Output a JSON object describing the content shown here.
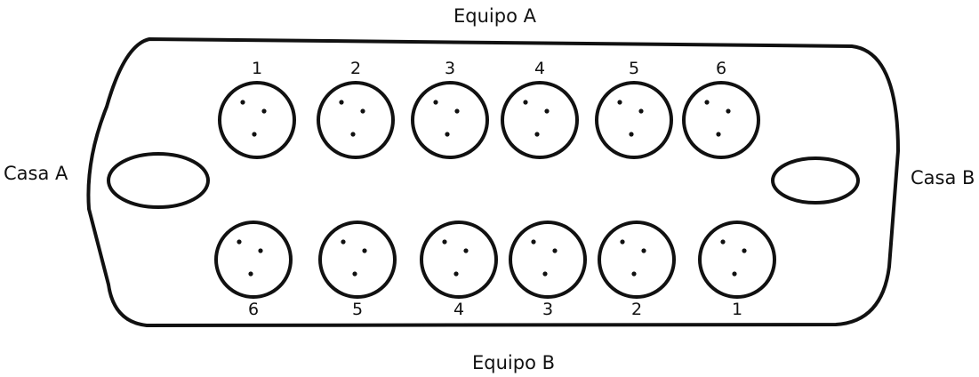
{
  "labels": {
    "team_a": "Equipo A",
    "team_b": "Equipo B",
    "house_a": "Casa A",
    "house_b": "Casa B"
  },
  "team_a_pits": [
    {
      "number": "1",
      "seeds": 3
    },
    {
      "number": "2",
      "seeds": 3
    },
    {
      "number": "3",
      "seeds": 3
    },
    {
      "number": "4",
      "seeds": 3
    },
    {
      "number": "5",
      "seeds": 3
    },
    {
      "number": "6",
      "seeds": 3
    }
  ],
  "team_b_pits": [
    {
      "number": "6",
      "seeds": 3
    },
    {
      "number": "5",
      "seeds": 3
    },
    {
      "number": "4",
      "seeds": 3
    },
    {
      "number": "3",
      "seeds": 3
    },
    {
      "number": "2",
      "seeds": 3
    },
    {
      "number": "1",
      "seeds": 3
    }
  ]
}
